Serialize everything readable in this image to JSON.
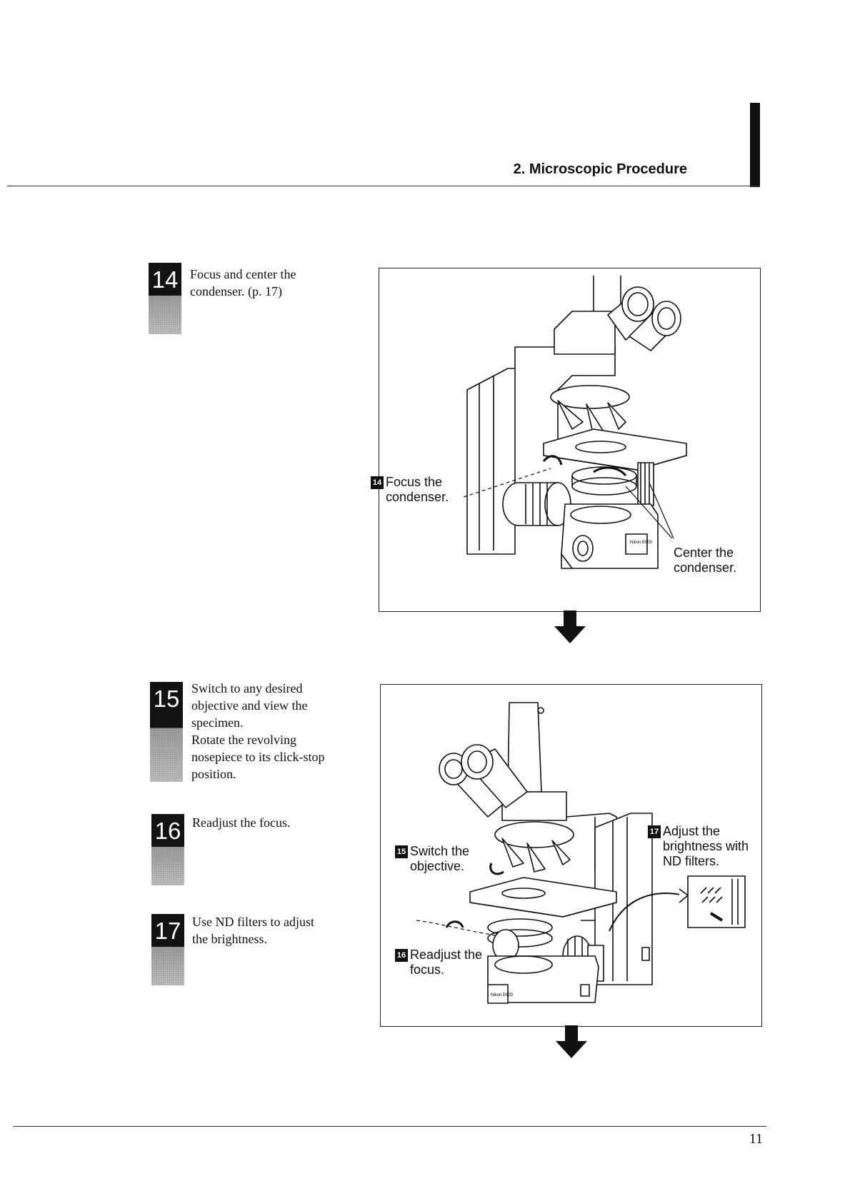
{
  "header": {
    "section_title": "2. Microscopic Procedure"
  },
  "steps": [
    {
      "number": "14",
      "text": "Focus and center the\ncondenser. (p. 17)"
    },
    {
      "number": "15",
      "text": "Switch to any desired\nobjective and view the\nspecimen.\nRotate the revolving\nnosepiece to its click-stop\nposition."
    },
    {
      "number": "16",
      "text": "Readjust the focus."
    },
    {
      "number": "17",
      "text": "Use ND filters to adjust\nthe brightness."
    }
  ],
  "figure1": {
    "callouts": [
      {
        "badge": "14",
        "text": "Focus the\ncondenser."
      },
      {
        "badge": "",
        "text": "Center the\ncondenser."
      }
    ],
    "logo_text": "Nikon E600"
  },
  "figure2": {
    "callouts": [
      {
        "badge": "15",
        "text": "Switch the\nobjective."
      },
      {
        "badge": "17",
        "text": "Adjust the\nbrightness with\nND filters."
      },
      {
        "badge": "16",
        "text": "Readjust the\nfocus."
      }
    ],
    "logo_text": "Nikon E600"
  },
  "footer": {
    "page_number": "11"
  }
}
